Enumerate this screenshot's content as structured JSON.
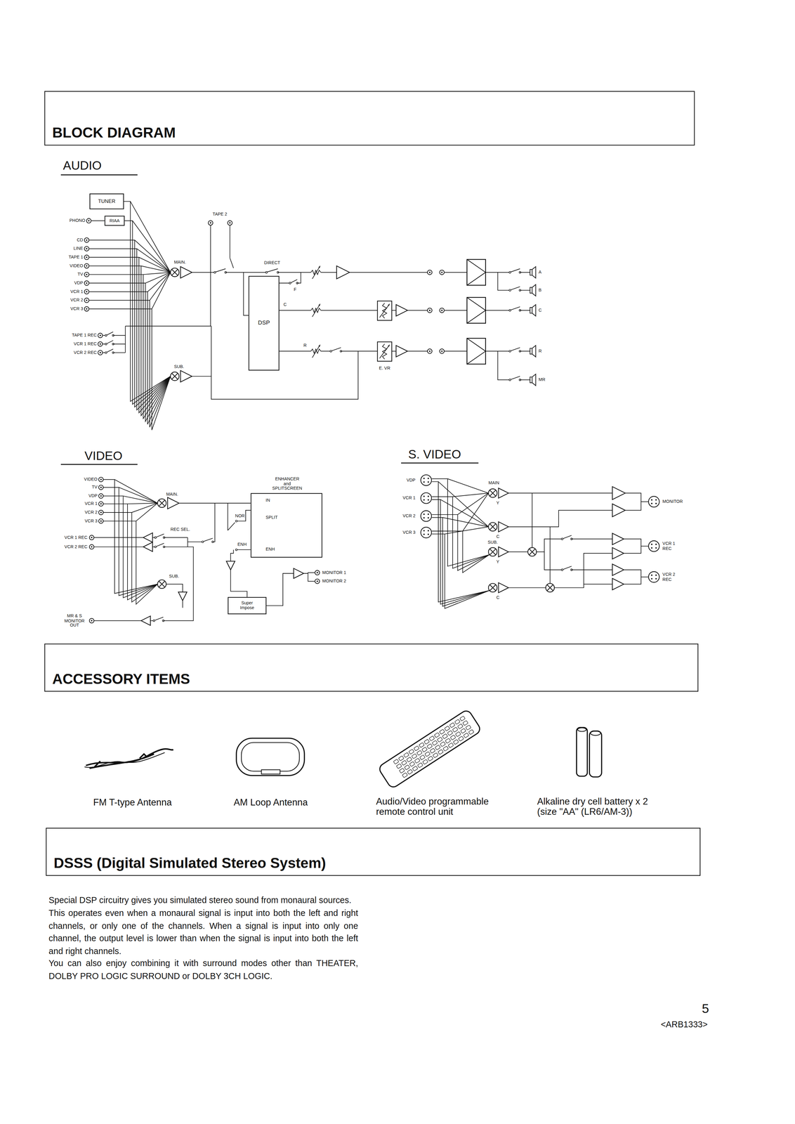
{
  "diagram": {
    "nodes": [
      {
        "text": [
          "BLOCK DIAGRAM"
        ]
      },
      {
        "text": [
          "TUNER"
        ]
      },
      {
        "text": [
          "RIAA"
        ]
      },
      {
        "text": [
          "DSP"
        ]
      },
      {
        "text": [
          "ENHANCER and SPLITSCREEN",
          "IN",
          "SPLIT",
          "ENH"
        ]
      },
      {
        "text": [
          "Super Impose"
        ]
      },
      {
        "text": [
          "ACCESSORY ITEMS"
        ]
      },
      {
        "text": [
          "DSSS (Digital Simulated Stereo System)"
        ]
      }
    ],
    "labels": [
      "AUDIO",
      "PHONO",
      "CD",
      "LINE",
      "TAPE 1",
      "VIDEO",
      "TV",
      "VDP",
      "VCR 1",
      "VCR 2",
      "VCR 3",
      "TAPE 1 REC",
      "VCR 1 REC",
      "VCR 2 REC",
      "MAIN.",
      "SUB.",
      "TAPE 2",
      "DIRECT",
      "F",
      "C",
      "R",
      "E. VR",
      "A",
      "B",
      "C",
      "R",
      "MR",
      "VIDEO",
      "VIDEO",
      "TV",
      "VDP",
      "VCR 1",
      "VCR 2",
      "VCR 3",
      "VCR 1 REC",
      "VCR 2 REC",
      "MAIN.",
      "REC SEL.",
      "NOR",
      "ENH",
      "SUB.",
      "MONITOR 1",
      "MONITOR 2",
      "MR & S MONITOR OUT",
      "S. VIDEO",
      "VDP",
      "VCR 1",
      "VCR 2",
      "VCR 3",
      "MAIN",
      "Y",
      "C",
      "SUB.",
      "Y",
      "C",
      "MONITOR",
      "VCR 1 REC",
      "VCR 2 REC",
      "FM T-type Antenna",
      "AM Loop Antenna",
      "Audio/Video programmable remote control unit",
      "Alkaline dry cell battery x 2 (size \"AA\" (LR6/AM-3))",
      "Special DSP circuitry gives you simulated stereo sound from monaural sources.",
      "This operates even when a monaural signal is input into both the left and right channels, or only one of the channels. When a signal is input into only one channel, the output level is lower than when the signal is input into both the left and right channels.",
      "You can also enjoy combining it with surround modes other than THEATER, DOLBY PRO LOGIC SURROUND or DOLBY 3CH LOGIC.",
      "5",
      "<ARB1333>"
    ]
  }
}
